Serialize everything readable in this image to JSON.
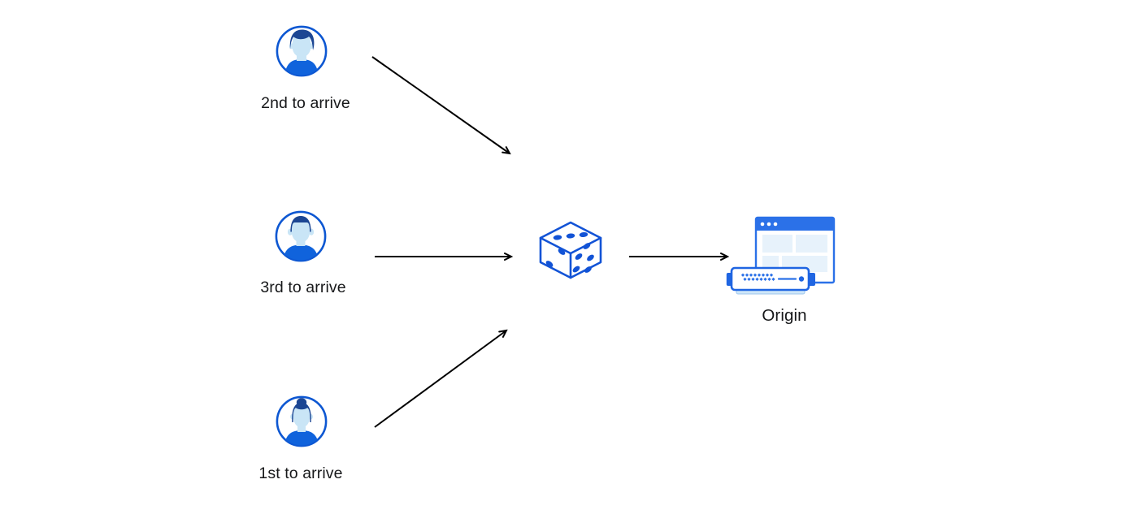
{
  "page": {
    "background": "#ffffff"
  },
  "diagram": {
    "users": [
      {
        "label": "2nd to arrive",
        "icon": "avatar-person-wavy-hair-icon"
      },
      {
        "label": "3rd to arrive",
        "icon": "avatar-person-flat-top-hair-icon"
      },
      {
        "label": "1st to arrive",
        "icon": "avatar-person-hair-bun-icon"
      }
    ],
    "randomizer": {
      "icon": "dice-icon"
    },
    "origin": {
      "label": "Origin",
      "icon": "origin-server-icon"
    },
    "colors": {
      "outline_blue": "#0d57d2",
      "face_light_blue": "#c9e5f6",
      "shirt_blue": "#1063dc",
      "hair_navy": "#1c4693",
      "dice_blue": "#1253d6",
      "browser_blue": "#2b71e8",
      "panel_light_blue": "#e7f2fb",
      "server_base_blue": "#cfe7f8",
      "arrow_black": "#000000",
      "text_color": "#17181a"
    }
  }
}
